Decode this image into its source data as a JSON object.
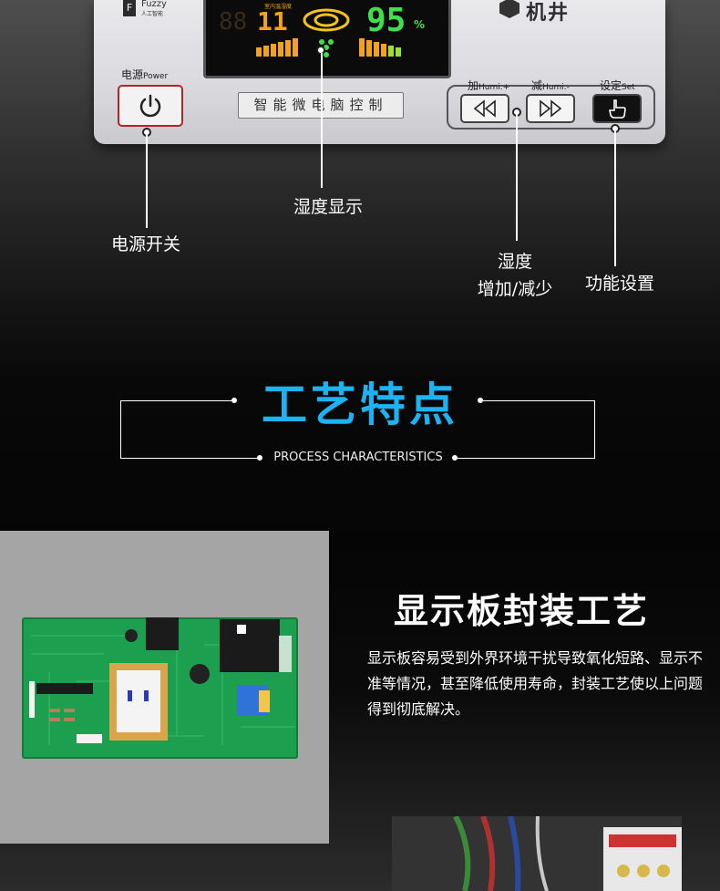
{
  "panel": {
    "logo_text": "Fuzzy",
    "logo_subtext": "人工智能",
    "brand_name": "机井",
    "display_temp": "11",
    "display_humidity": "95",
    "display_humidity_unit": "%",
    "display_small_label": "室内温湿度",
    "power_label": "电源",
    "power_label_en": "Power",
    "title_strip": "智能微电脑控制",
    "humi_plus_label": "加",
    "humi_plus_label_en": "Humi.+",
    "humi_minus_label": "减",
    "humi_minus_label_en": "Humi.-",
    "set_label": "设定",
    "set_label_en": "Set"
  },
  "callouts": {
    "humidity_display": "湿度显示",
    "power_switch": "电源开关",
    "humidity_adjust_line1": "湿度",
    "humidity_adjust_line2": "增加/减少",
    "function_setting": "功能设置"
  },
  "heading": {
    "title": "工艺特点",
    "subtitle": "PROCESS CHARACTERISTICS"
  },
  "section": {
    "title": "显示板封装工艺",
    "body": "显示板容易受到外界环境干扰导致氧化短路、显示不准等情况，甚至降低使用寿命，封装工艺使以上问题得到彻底解决。"
  },
  "colors": {
    "heading_accent": "#1fb2f1",
    "power_border": "#b02525",
    "pcb_green": "#1c9f4e",
    "display_green": "#3ee04a",
    "display_orange": "#f3a21b"
  }
}
